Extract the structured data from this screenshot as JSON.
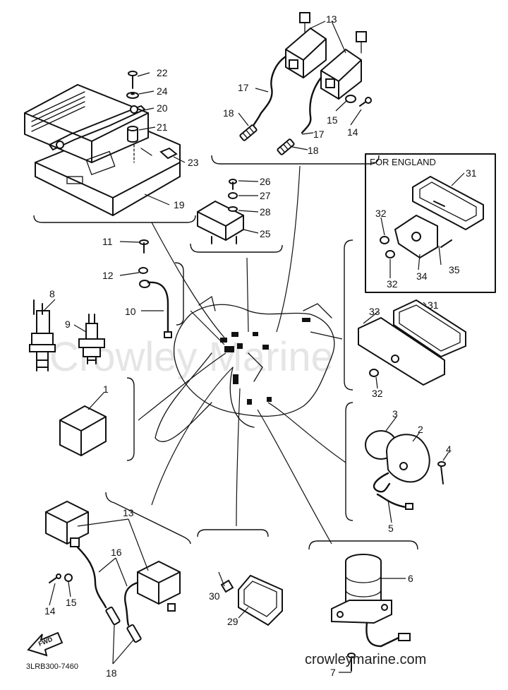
{
  "inset_title": "FOR ENGLAND",
  "drawing_code": "3LRB300-7460",
  "website": "crowleymarine.com",
  "watermark": "Crowley Marine",
  "fwd_label": "FWD",
  "callouts": {
    "p1": "1",
    "p2": "2",
    "p3": "3",
    "p4": "4",
    "p5": "5",
    "p6": "6",
    "p7": "7",
    "p8": "8",
    "p9": "9",
    "p10": "10",
    "p11": "11",
    "p12": "12",
    "p13a": "13",
    "p13b": "13",
    "p14a": "14",
    "p14b": "14",
    "p15a": "15",
    "p15b": "15",
    "p16": "16",
    "p17a": "17",
    "p17b": "17",
    "p18a": "18",
    "p18b": "18",
    "p18c": "18",
    "p19": "19",
    "p20": "20",
    "p21": "21",
    "p22": "22",
    "p23": "23",
    "p24": "24",
    "p25": "25",
    "p26": "26",
    "p27": "27",
    "p28": "28",
    "p29": "29",
    "p30": "30",
    "p31a": "31",
    "p31b": "31",
    "p32a": "32",
    "p32b": "32",
    "p32c": "32",
    "p33": "33",
    "p34": "34",
    "p35": "35"
  }
}
